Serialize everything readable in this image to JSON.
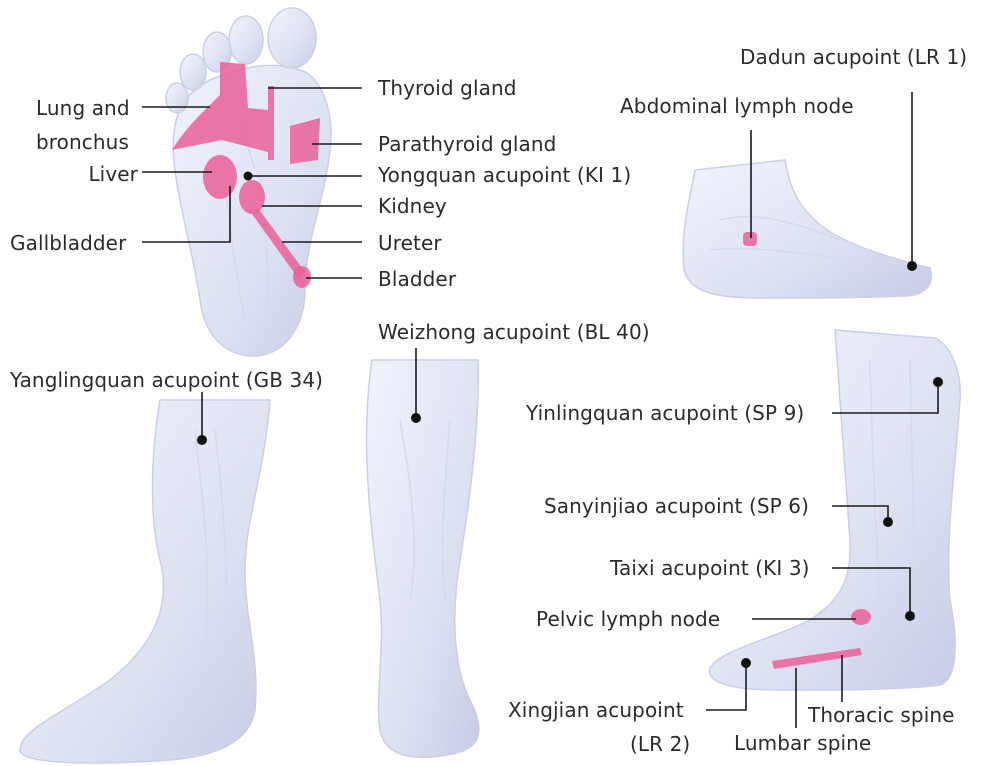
{
  "labels": {
    "lung": "Lung and",
    "lung2": "bronchus",
    "thyroid": "Thyroid gland",
    "parathyroid": "Parathyroid gland",
    "liver": "Liver",
    "yongquan": "Yongquan  acupoint (KI 1)",
    "kidney": "Kidney",
    "gallbladder": "Gallbladder",
    "ureter": "Ureter",
    "bladder": "Bladder",
    "dadun": "Dadun acupoint (LR 1)",
    "abdominal": "Abdominal lymph node",
    "weizhong": "Weizhong acupoint (BL 40)",
    "yanglingquan": "Yanglingquan  acupoint (GB 34)",
    "yinlingquan": "Yinlingquan acupoint (SP 9)",
    "sanyinjiao": "Sanyinjiao acupoint (SP 6)",
    "taixi": "Taixi acupoint (KI 3)",
    "pelvic": "Pelvic lymph node",
    "xingjian": "Xingjian acupoint",
    "xingjian2": "(LR 2)",
    "thoracic": "Thoracic spine",
    "lumbar": "Lumbar spine"
  },
  "colors": {
    "skin": "#e6e9f6",
    "skin_shadow": "#c3c9e3",
    "reflex_zone": "#ea5f96",
    "leader": "#1a1a1a",
    "text": "#2b2b2b"
  }
}
